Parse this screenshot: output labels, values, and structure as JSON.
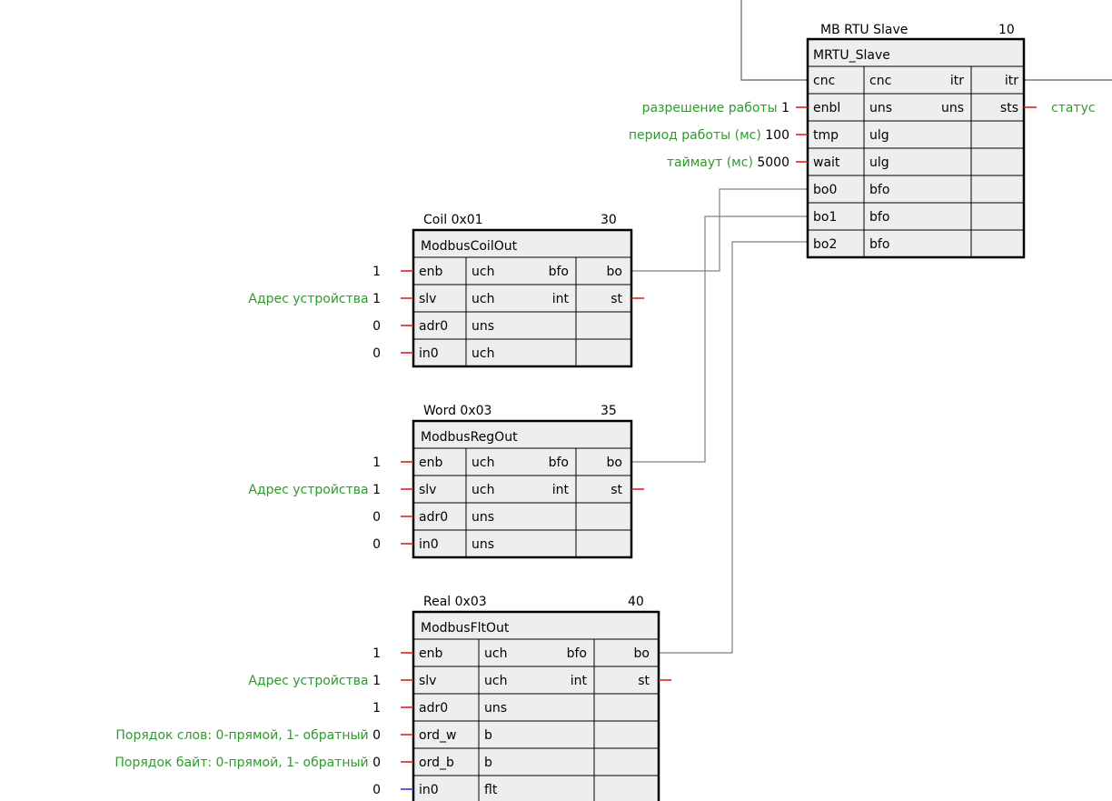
{
  "colors": {
    "label_green": "#2e9a2e",
    "input_tick_red": "#e02020",
    "input_tick_blue": "#2040e0",
    "wire_gray": "#808080",
    "block_fill": "#eeeeee"
  },
  "blocks": {
    "mrtu": {
      "caption": "MB RTU Slave",
      "number": "10",
      "type": "MRTU_Slave",
      "rows": [
        {
          "pin": "cnc",
          "in_type": "cnc",
          "out_type": "itr",
          "out_pin": "itr"
        },
        {
          "pin": "enbl",
          "in_type": "uns",
          "out_type": "uns",
          "out_pin": "sts"
        },
        {
          "pin": "tmp",
          "in_type": "ulg",
          "out_type": "",
          "out_pin": ""
        },
        {
          "pin": "wait",
          "in_type": "ulg",
          "out_type": "",
          "out_pin": ""
        },
        {
          "pin": "bo0",
          "in_type": "bfo",
          "out_type": "",
          "out_pin": ""
        },
        {
          "pin": "bo1",
          "in_type": "bfo",
          "out_type": "",
          "out_pin": ""
        },
        {
          "pin": "bo2",
          "in_type": "bfo",
          "out_type": "",
          "out_pin": ""
        }
      ],
      "inputs": {
        "enbl": {
          "label": "разрешение работы",
          "value": "1"
        },
        "tmp": {
          "label": "период работы (мс)",
          "value": "100"
        },
        "wait": {
          "label": "таймаут (мс)",
          "value": "5000"
        }
      },
      "output_label": "статус"
    },
    "coil": {
      "caption": "Coil 0x01",
      "number": "30",
      "type": "ModbusCoilOut",
      "rows": [
        {
          "pin": "enb",
          "in_type": "uch",
          "out_type": "bfo",
          "out_pin": "bo"
        },
        {
          "pin": "slv",
          "in_type": "uch",
          "out_type": "int",
          "out_pin": "st"
        },
        {
          "pin": "adr0",
          "in_type": "uns",
          "out_type": "",
          "out_pin": ""
        },
        {
          "pin": "in0",
          "in_type": "uch",
          "out_type": "",
          "out_pin": ""
        }
      ],
      "inputs": [
        {
          "label": "",
          "value": "1"
        },
        {
          "label": "Адрес устройства",
          "value": "1"
        },
        {
          "label": "",
          "value": "0"
        },
        {
          "label": "",
          "value": "0"
        }
      ]
    },
    "word": {
      "caption": "Word 0x03",
      "number": "35",
      "type": "ModbusRegOut",
      "rows": [
        {
          "pin": "enb",
          "in_type": "uch",
          "out_type": "bfo",
          "out_pin": "bo"
        },
        {
          "pin": "slv",
          "in_type": "uch",
          "out_type": "int",
          "out_pin": "st"
        },
        {
          "pin": "adr0",
          "in_type": "uns",
          "out_type": "",
          "out_pin": ""
        },
        {
          "pin": "in0",
          "in_type": "uns",
          "out_type": "",
          "out_pin": ""
        }
      ],
      "inputs": [
        {
          "label": "",
          "value": "1"
        },
        {
          "label": "Адрес устройства",
          "value": "1"
        },
        {
          "label": "",
          "value": "0"
        },
        {
          "label": "",
          "value": "0"
        }
      ]
    },
    "real": {
      "caption": "Real 0x03",
      "number": "40",
      "type": "ModbusFltOut",
      "rows": [
        {
          "pin": "enb",
          "in_type": "uch",
          "out_type": "bfo",
          "out_pin": "bo"
        },
        {
          "pin": "slv",
          "in_type": "uch",
          "out_type": "int",
          "out_pin": "st"
        },
        {
          "pin": "adr0",
          "in_type": "uns",
          "out_type": "",
          "out_pin": ""
        },
        {
          "pin": "ord_w",
          "in_type": "b",
          "out_type": "",
          "out_pin": ""
        },
        {
          "pin": "ord_b",
          "in_type": "b",
          "out_type": "",
          "out_pin": ""
        },
        {
          "pin": "in0",
          "in_type": "flt",
          "out_type": "",
          "out_pin": ""
        }
      ],
      "inputs": [
        {
          "label": "",
          "value": "1"
        },
        {
          "label": "Адрес устройства",
          "value": "1"
        },
        {
          "label": "",
          "value": "1"
        },
        {
          "label": "Порядок слов: 0-прямой, 1- обратный",
          "value": "0"
        },
        {
          "label": "Порядок байт: 0-прямой, 1- обратный",
          "value": "0"
        },
        {
          "label": "",
          "value": "0"
        }
      ]
    }
  }
}
